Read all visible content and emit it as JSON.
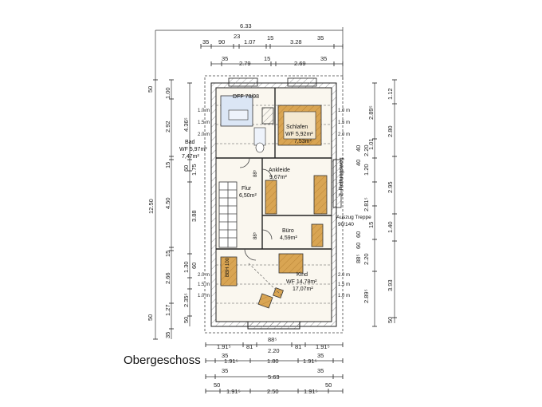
{
  "title": "Obergeschoss",
  "rooms": {
    "schlafen": [
      "Schlafen",
      "WF 5,92m²",
      "7,53m²"
    ],
    "bad": [
      "Bad",
      "WF 5,97m²",
      "7,47m²"
    ],
    "ankleide": [
      "Ankleide",
      "9,67m²"
    ],
    "flur": [
      "Flur",
      "6,50m²"
    ],
    "buero": [
      "Büro",
      "4,59m²"
    ],
    "kind": [
      "Kind",
      "WF 14,78m²",
      "17,07m²"
    ]
  },
  "annotations": {
    "dff": "DFF 78/98",
    "rettungsweg": "2. Rettungsweg",
    "auszug": [
      "Auszug Treppe",
      "90/140"
    ],
    "bbh": "BBH 100",
    "dim_88a": "88⁵",
    "dim_88b": "88⁵"
  },
  "dims_top": {
    "overall": "6.33",
    "row1": [
      "35",
      "90",
      "23",
      "1.07",
      "15",
      "3.28",
      "35"
    ],
    "row2": [
      "35",
      "2.79",
      "15",
      "2.69",
      "35"
    ]
  },
  "dims_left": {
    "overall": "12.50",
    "col_a": [
      "50",
      "1.00",
      "2.92",
      "15",
      "4.50",
      "15",
      "2.66",
      "1.27",
      "50",
      "35"
    ],
    "col_b": [
      "4.36⁵",
      "60",
      "1.75",
      "3.88",
      "1.30",
      "60",
      "2.35⁵",
      "50"
    ],
    "col_c": [
      "1.0 m",
      "1.5 m",
      "2.0 m",
      "2.0 m",
      "1.5 m",
      "1.0 m"
    ]
  },
  "dims_right": {
    "col_a": [
      "1.12",
      "2.80",
      "2.95",
      "1.40",
      "3.93",
      "50"
    ],
    "col_b": [
      "2.89⁵",
      "1.01",
      "2.20",
      "1.20",
      "2.81⁵",
      "15",
      "2.20",
      "2.89⁵"
    ],
    "col_c": [
      "40",
      "40",
      "60",
      "60",
      "88⁵"
    ],
    "col_d": [
      "1.0 m",
      "1.5 m",
      "2.0 m",
      "2.0 m",
      "1.5 m",
      "1.0 m"
    ]
  },
  "dims_bottom": {
    "row1": [
      "1.91⁵",
      "81",
      "88⁵",
      "81",
      "1.91⁵"
    ],
    "row1_total": "2.20",
    "row2": [
      "35",
      "1.91⁵",
      "1.80",
      "1.91⁵",
      "35"
    ],
    "row3": [
      "35",
      "5.63",
      "35"
    ],
    "row4": [
      "50",
      "1.91⁵",
      "2.50",
      "1.91⁵",
      "50"
    ]
  }
}
